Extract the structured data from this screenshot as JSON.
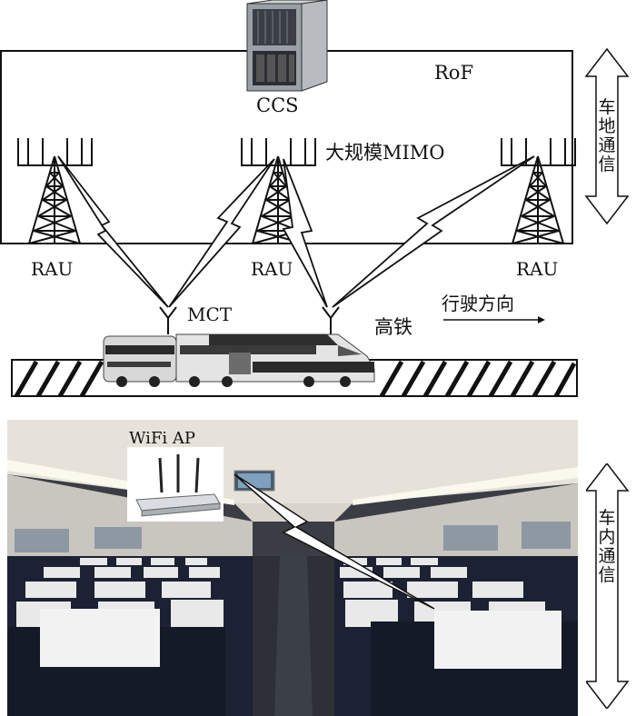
{
  "labels": {
    "rof": "RoF",
    "ccs": "CCS",
    "massive_mimo": "大规模MIMO",
    "rau_left": "RAU",
    "rau_middle": "RAU",
    "rau_right": "RAU",
    "mct": "MCT",
    "high_speed_rail": "高铁",
    "direction": "行驶方向",
    "wifi_ap": "WiFi AP",
    "train_ground_comm": "车地通信",
    "in_train_comm": "车内通信"
  },
  "colors": {
    "line": "#111111",
    "panel_bg": "#3a3d44",
    "seat_dark": "#1c2233",
    "headrest_cover": "#f2f2f2",
    "ceiling": "#e6e2da"
  }
}
